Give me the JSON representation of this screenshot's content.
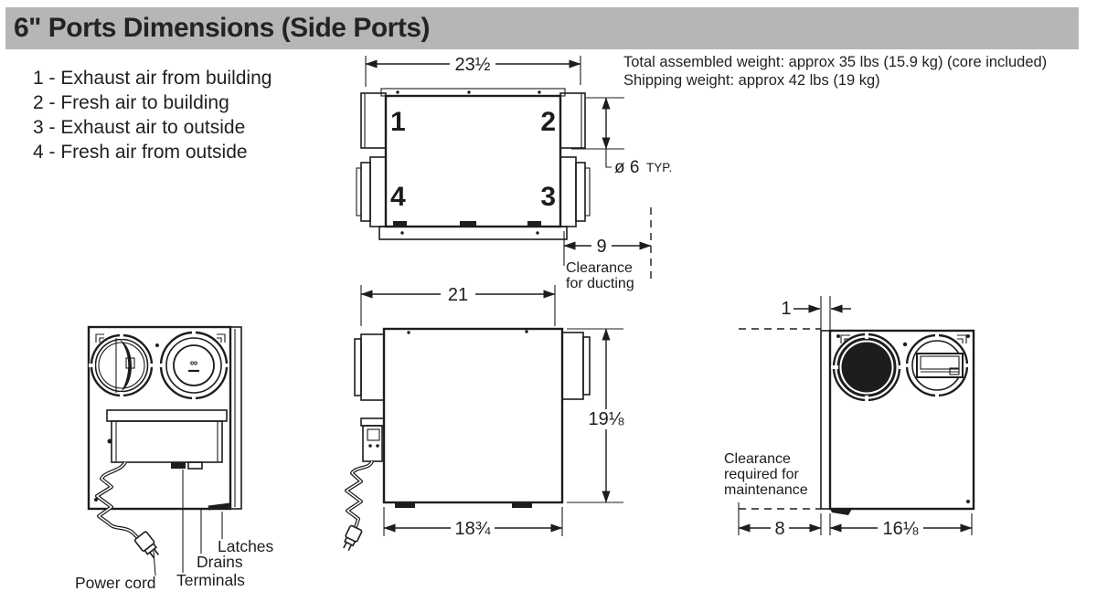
{
  "colors": {
    "header_bg": "#b4b6b8",
    "ink": "#1d1d1b"
  },
  "header": {
    "title": "6\" Ports Dimensions (Side Ports)"
  },
  "legend": {
    "items": [
      "1 - Exhaust air from building",
      "2 - Fresh air to building",
      "3 - Exhaust air to outside",
      "4 - Fresh air from outside"
    ]
  },
  "weights": {
    "total": "Total assembled weight: approx 35 lbs (15.9 kg) (core included)",
    "shipping": "Shipping weight: approx 42 lbs (19 kg)"
  },
  "front_view": {
    "width_dim": "23½",
    "port1": "1",
    "port2": "2",
    "port3": "3",
    "port4": "4",
    "dia_label": "ø 6",
    "typ_label": "TYP.",
    "duct_dim": "9",
    "duct_clearance_line1": "Clearance",
    "duct_clearance_line2": "for ducting"
  },
  "side_view": {
    "width_dim": "21",
    "height_dim": "19⅛",
    "base_dim": "18¾"
  },
  "end_view_left": {
    "power_cord": "Power cord",
    "terminals": "Terminals",
    "drains": "Drains",
    "latches": "Latches",
    "damper_mark": "∞"
  },
  "end_view_right": {
    "door_dim": "1",
    "clearance_dim": "8",
    "width_dim": "16⅛",
    "maintenance_line1": "Clearance",
    "maintenance_line2": "required for",
    "maintenance_line3": "maintenance"
  }
}
